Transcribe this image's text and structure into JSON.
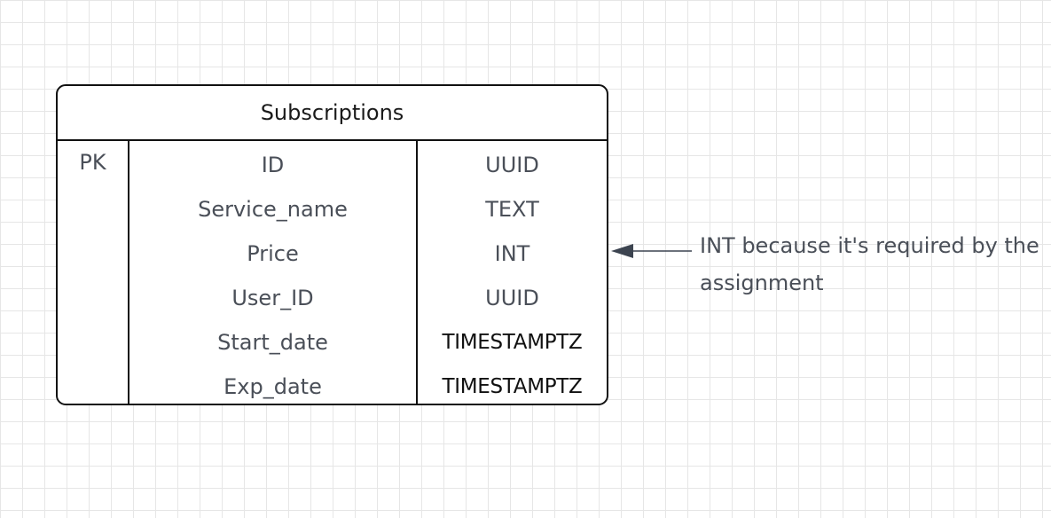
{
  "entity": {
    "title": "Subscriptions",
    "rows": [
      {
        "key": "PK",
        "name": "ID",
        "type": "UUID"
      },
      {
        "key": "",
        "name": "Service_name",
        "type": "TEXT"
      },
      {
        "key": "",
        "name": "Price",
        "type": "INT"
      },
      {
        "key": "",
        "name": "User_ID",
        "type": "UUID"
      },
      {
        "key": "",
        "name": "Start_date",
        "type": "TIMESTAMPTZ"
      },
      {
        "key": "",
        "name": "Exp_date",
        "type": "TIMESTAMPTZ"
      }
    ]
  },
  "annotation": {
    "text": "INT because it's required by the assignment",
    "target_row": 2
  },
  "colors": {
    "border": "#111111",
    "text": "#4a4f58",
    "grid": "#e6e6e6",
    "connector": "#3c4450"
  }
}
